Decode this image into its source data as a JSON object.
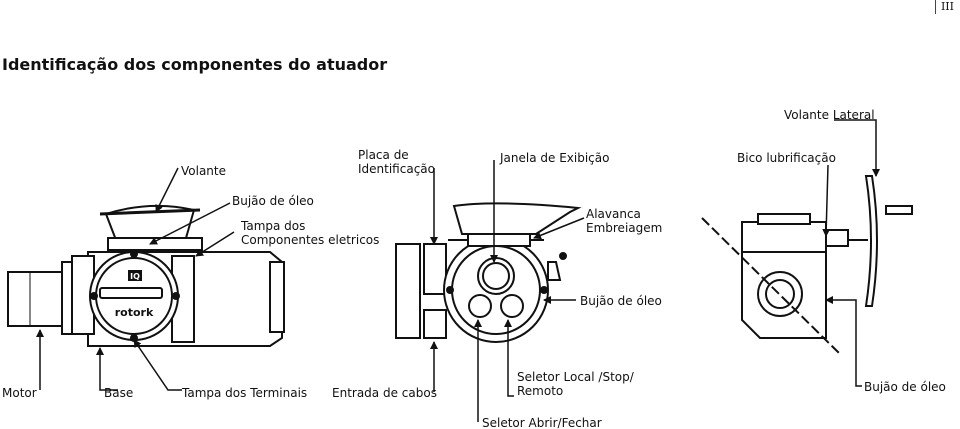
{
  "page": {
    "number": "III",
    "title": "Identificação dos componentes do atuador"
  },
  "labels": {
    "volante_lateral": "Volante Lateral",
    "volante": "Volante",
    "placa_1": "Placa de",
    "placa_2": "Identificação",
    "janela": "Janela de Exibição",
    "bico": "Bico lubrificação",
    "bujao_top": "Bujão de óleo",
    "tampa_comp_1": "Tampa dos",
    "tampa_comp_2": "Componentes eletricos",
    "alavanca_1": "Alavanca",
    "alavanca_2": "Embreiagem",
    "bujao_mid": "Bujão de óleo",
    "motor": "Motor",
    "base": "Base",
    "tampa_term": "Tampa dos Terminais",
    "entrada": "Entrada de cabos",
    "seletor_lsr_1": "Seletor Local /Stop/",
    "seletor_lsr_2": "Remoto",
    "bujao_right": "Bujão de óleo",
    "seletor_ab": "Seletor Abrir/Fechar"
  },
  "product": {
    "logo_text": "rotork",
    "badge_text": "IQ"
  }
}
